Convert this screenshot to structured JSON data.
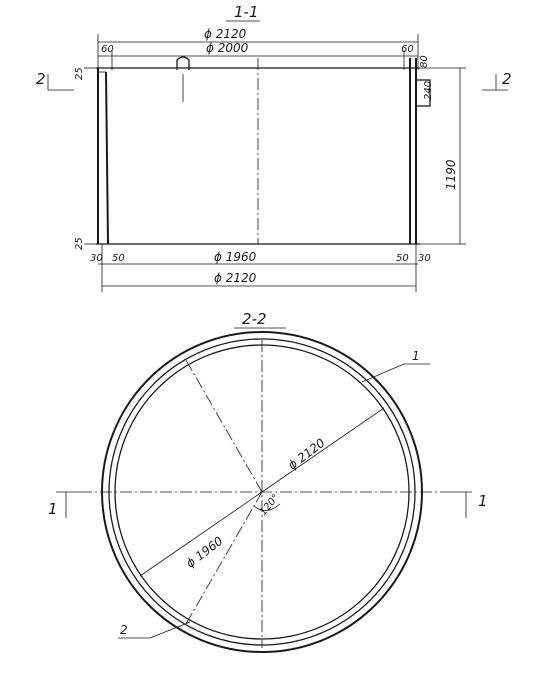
{
  "section_1": {
    "title": "1-1",
    "outer_diameter": "ϕ 2120",
    "inner_diameter": "ϕ 2000",
    "wall_left_top": "60",
    "wall_right_top": "60",
    "height": "1190",
    "top_offset": "25",
    "bottom_offset": "25",
    "lug_size_a": "80",
    "lug_size_b": "240",
    "bottom_diameter": "ϕ 1960",
    "bottom_outer_diameter": "ϕ 2120",
    "dim_30_left": "30",
    "dim_50_left": "50",
    "dim_50_right": "50",
    "dim_30_right": "30",
    "cut_label_left": "2",
    "cut_label_right": "2"
  },
  "section_2": {
    "title": "2-2",
    "diameter_outer": "ϕ 2120",
    "diameter_inner": "ϕ 1960",
    "angle": "120°",
    "leader_1": "1",
    "leader_2": "2",
    "cut_label_left": "1",
    "cut_label_right": "1"
  }
}
